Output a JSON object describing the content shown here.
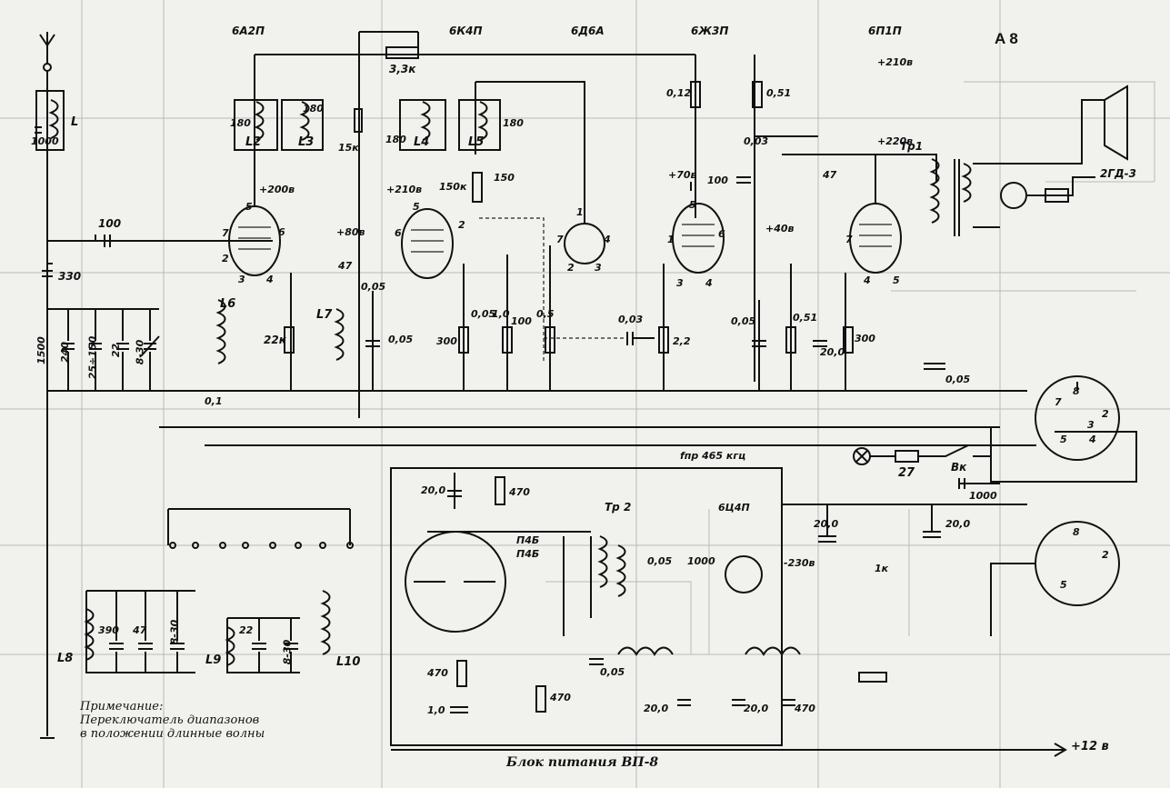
{
  "corner_mark": "A 8",
  "tubes": {
    "v1": "6А2П",
    "v2": "6К4П",
    "v3": "6Д6А",
    "v4": "6Ж3П",
    "v5": "6П1П"
  },
  "supply": {
    "plus210_top": "+210в",
    "plus220": "+220в",
    "plus200": "+200в",
    "plus210_mid": "+210в",
    "plus80": "+80в",
    "plus70": "+70в",
    "plus40": "+40в",
    "plus12": "+12 в",
    "minus230": "-230в"
  },
  "inductors": {
    "L": "L",
    "L2": "L2",
    "L3": "L3",
    "L4": "L4",
    "L5": "L5",
    "L6": "L6",
    "L7": "L7",
    "L8": "L8",
    "L9": "L9",
    "L10": "L10"
  },
  "capacitors": {
    "c1000": "1000",
    "c100": "100",
    "c330": "330",
    "c1500": "1500",
    "c240": "240",
    "c25150": "25÷150",
    "c22": "22",
    "c830": "8-30",
    "c180a": "180",
    "c180b": "180",
    "c180c": "180",
    "c180d": "180",
    "c47a": "47",
    "c005a": "0,05",
    "c005b": "0,05",
    "c01": "0,1",
    "c150": "150",
    "c005c": "0,05",
    "c10": "1,0",
    "c05": "0,5",
    "c003a": "0,03",
    "c003b": "0,03",
    "c100b": "100",
    "c47b": "47",
    "c005d": "0,05",
    "c200a": "20,0",
    "c005e": "0,05",
    "c1000b": "1000",
    "c200b": "20,0",
    "c200c": "20,0",
    "c200d": "20,0",
    "c390": "390",
    "c47c": "47",
    "c830b": "8-30",
    "c22b": "22",
    "c830c": "8-30",
    "c10b": "1,0",
    "c005f": "0,05",
    "c200e": "20,0",
    "c200f": "20,0",
    "c470": "470",
    "c005g": "0,05",
    "c1000c": "1000",
    "c51": "0,51"
  },
  "resistors": {
    "r33k": "3,3к",
    "r15k": "15к",
    "r22k": "22к",
    "r150k": "150к",
    "r300": "300",
    "r100": "100",
    "r012": "0,12",
    "r051": "0,51",
    "r22": "2,2",
    "r300b": "300",
    "r27": "27",
    "r470a": "470",
    "r470b": "470",
    "r470c": "470",
    "r1k": "1к"
  },
  "misc": {
    "tr1": "Тр1",
    "tr2": "Тр 2",
    "speaker": "2ГД-3",
    "switch": "Вк",
    "if_label": "fпр 465 кгц",
    "diode_tube": "6Ц4П",
    "transistors": "П4Б",
    "transistors2": "П4Б"
  },
  "pins": [
    "1",
    "2",
    "3",
    "4",
    "5",
    "6",
    "7",
    "8"
  ],
  "power_unit_label": "Блок питания ВП-8",
  "note": {
    "heading": "Примечание:",
    "line1": "Переключатель диапазонов",
    "line2": "в положении длинные волны"
  }
}
